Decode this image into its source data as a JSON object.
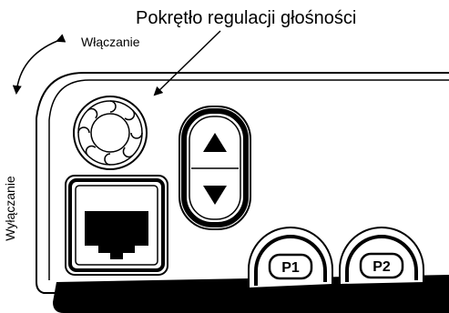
{
  "annotations": {
    "volume_knob_label": "Pokrętło regulacji głośności",
    "on_label": "Włączanie",
    "off_label": "Wyłączanie"
  },
  "buttons": {
    "p1_label": "P1",
    "p2_label": "P2"
  },
  "icons": {
    "volume_knob": "volume-knob-icon",
    "up": "triangle-up-icon",
    "down": "triangle-down-icon",
    "jack": "rj45-jack-icon"
  },
  "colors": {
    "line": "#000000",
    "fill": "#ffffff"
  }
}
